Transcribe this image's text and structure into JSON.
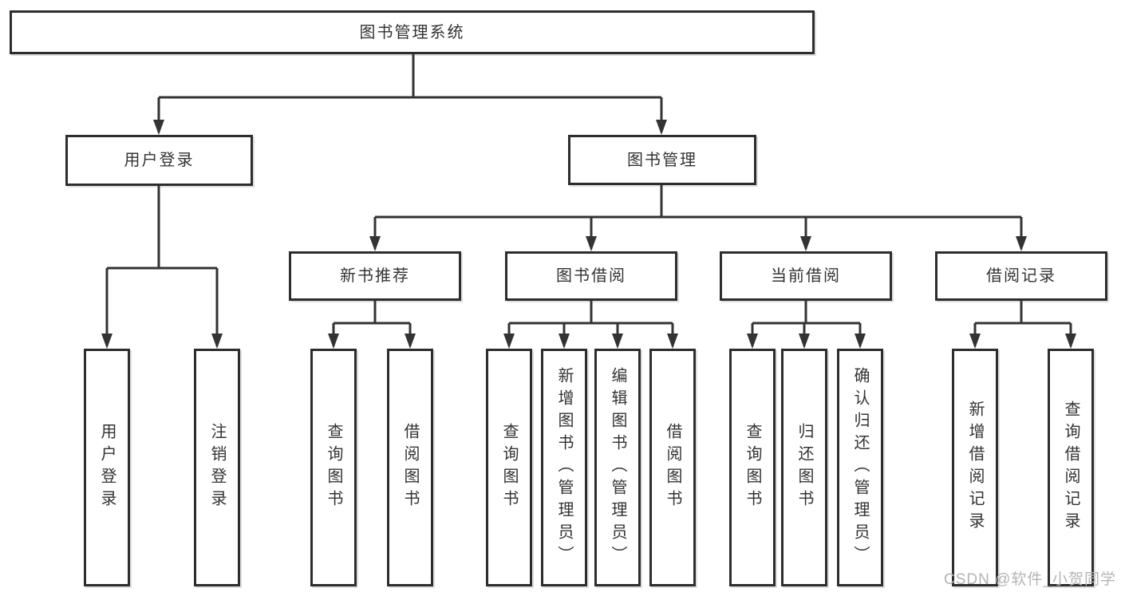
{
  "tree": {
    "root": {
      "label": "图书管理系统"
    },
    "level2": [
      {
        "label": "用户登录"
      },
      {
        "label": "图书管理"
      }
    ],
    "level3": [
      {
        "label": "新书推荐"
      },
      {
        "label": "图书借阅"
      },
      {
        "label": "当前借阅"
      },
      {
        "label": "借阅记录"
      }
    ],
    "leaves": [
      {
        "label": "用户登录",
        "parent": "用户登录"
      },
      {
        "label": "注销登录",
        "parent": "用户登录"
      },
      {
        "label": "查询图书",
        "parent": "新书推荐"
      },
      {
        "label": "借阅图书",
        "parent": "新书推荐"
      },
      {
        "label": "查询图书",
        "parent": "图书借阅"
      },
      {
        "label": "新增图书（管理员）",
        "parent": "图书借阅"
      },
      {
        "label": "编辑图书（管理员）",
        "parent": "图书借阅"
      },
      {
        "label": "借阅图书",
        "parent": "图书借阅"
      },
      {
        "label": "查询图书",
        "parent": "当前借阅"
      },
      {
        "label": "归还图书",
        "parent": "当前借阅"
      },
      {
        "label": "确认归还（管理员）",
        "parent": "当前借阅"
      },
      {
        "label": "新增借阅记录",
        "parent": "借阅记录"
      },
      {
        "label": "查询借阅记录",
        "parent": "借阅记录"
      }
    ]
  },
  "watermark": {
    "text": "CSDN @软件_小贺同学"
  },
  "colors": {
    "line": "#333333",
    "border": "#2d2d2d",
    "fill": "#ffffff",
    "text": "#333333",
    "watermark": "#b4b4b4",
    "background": "#ffffff"
  }
}
